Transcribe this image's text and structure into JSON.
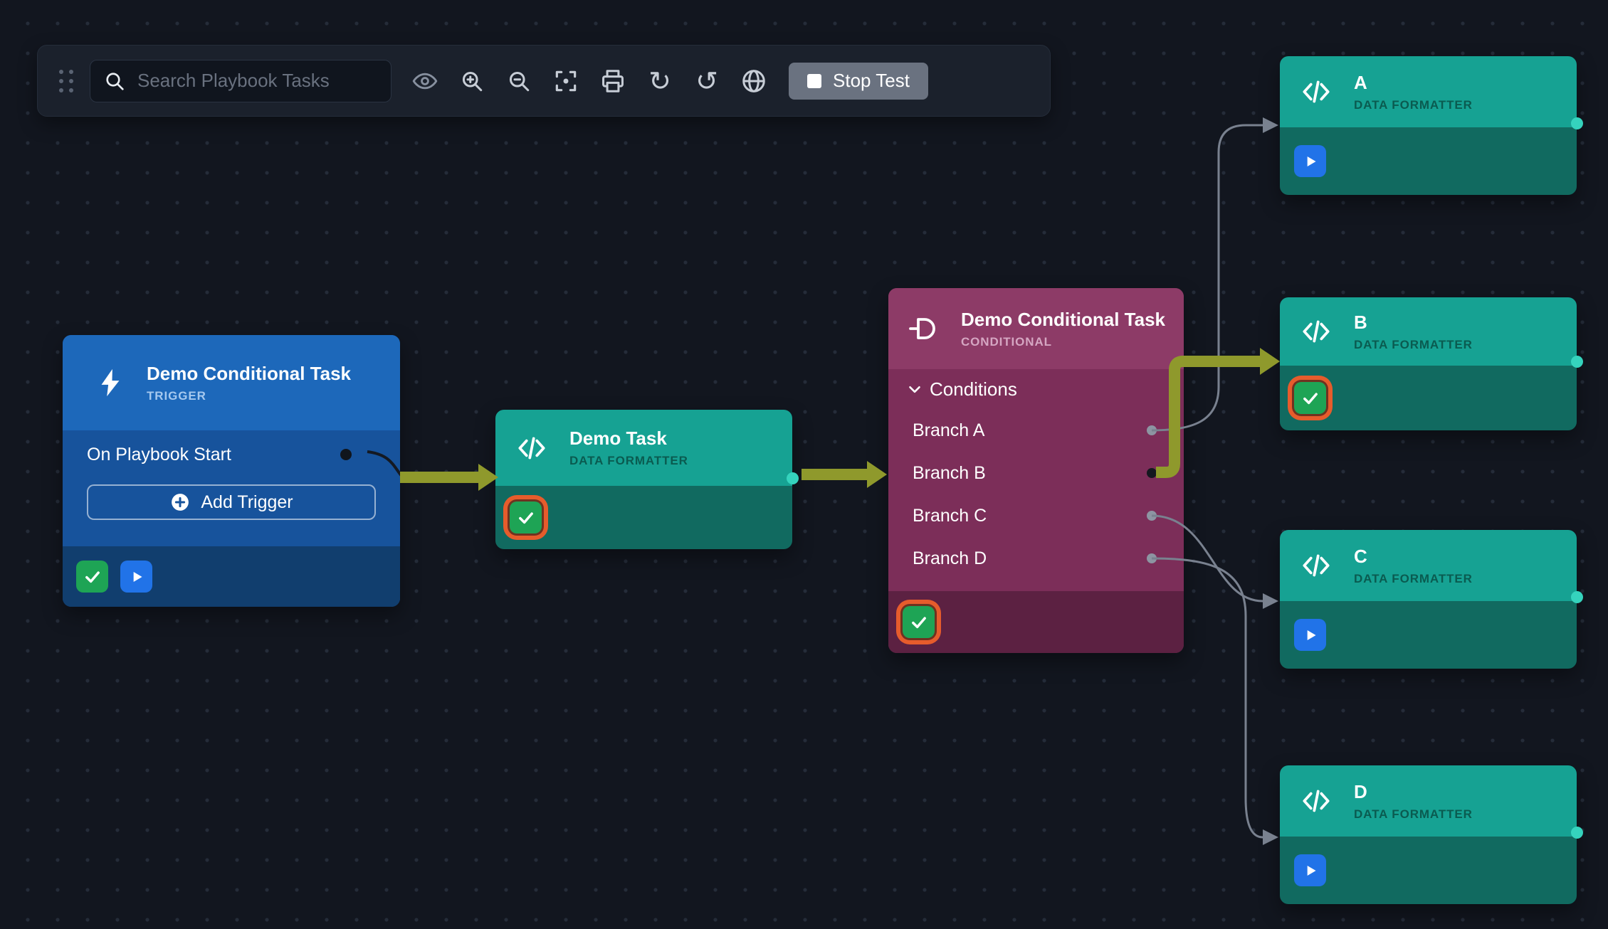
{
  "toolbar": {
    "search": {
      "placeholder": "Search Playbook Tasks"
    },
    "stop_test": {
      "label": "Stop Test"
    },
    "glyphs": {
      "redo": "↻",
      "undo": "↺"
    }
  },
  "trigger_node": {
    "title": "Demo Conditional Task",
    "subtitle": "TRIGGER",
    "event_label": "On Playbook Start",
    "add_trigger_label": "Add Trigger"
  },
  "demo_task_node": {
    "title": "Demo Task",
    "subtitle": "DATA FORMATTER"
  },
  "conditional_node": {
    "title": "Demo Conditional Task",
    "subtitle": "CONDITIONAL",
    "conditions_label": "Conditions",
    "branches": [
      {
        "label": "Branch A",
        "active": false
      },
      {
        "label": "Branch B",
        "active": true
      },
      {
        "label": "Branch C",
        "active": false
      },
      {
        "label": "Branch D",
        "active": false
      }
    ]
  },
  "output_nodes": [
    {
      "title": "A",
      "subtitle": "DATA FORMATTER",
      "status": "play"
    },
    {
      "title": "B",
      "subtitle": "DATA FORMATTER",
      "status": "check-selected"
    },
    {
      "title": "C",
      "subtitle": "DATA FORMATTER",
      "status": "play"
    },
    {
      "title": "D",
      "subtitle": "DATA FORMATTER",
      "status": "play"
    }
  ],
  "colors": {
    "background": "#12161f",
    "trigger_blue": "#1d68ba",
    "task_teal": "#16a293",
    "conditional_plum": "#8d3b67",
    "wire_active_olive": "#8f992c",
    "wire_inactive_grey": "#79818f",
    "status_check_green": "#1ea455",
    "status_play_blue": "#2173e8",
    "selected_ring_orange": "#e65c2c"
  }
}
